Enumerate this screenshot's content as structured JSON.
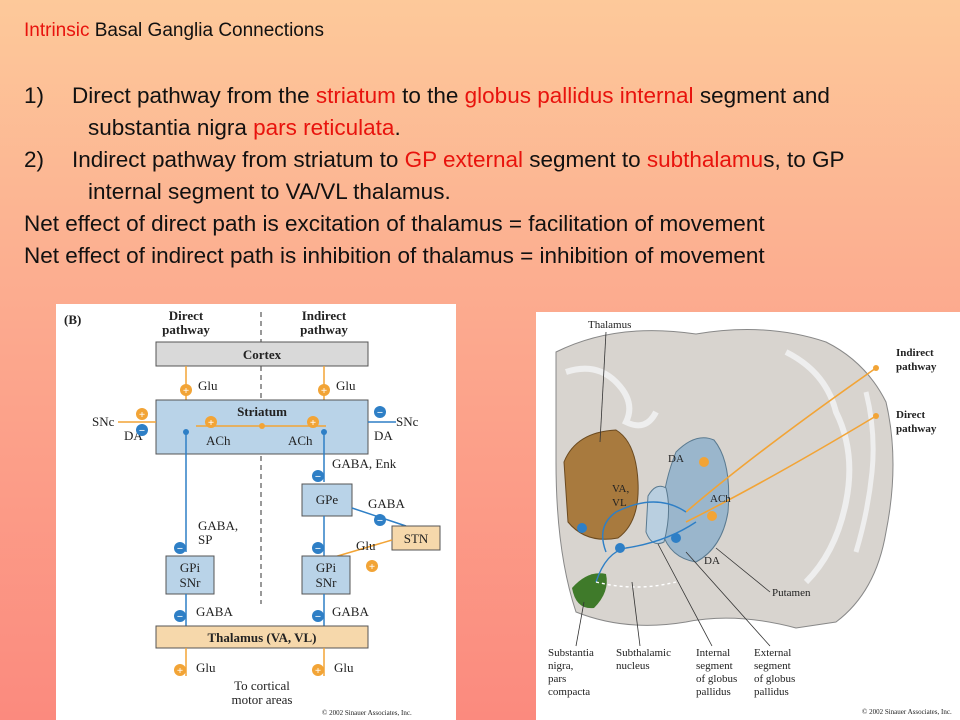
{
  "heading": {
    "accent": "Intrinsic",
    "rest": " Basal Ganglia Connections"
  },
  "points": [
    {
      "number": "1)",
      "line1": [
        {
          "text": "Direct pathway from the ",
          "accent": false
        },
        {
          "text": "striatum",
          "accent": true
        },
        {
          "text": " to the ",
          "accent": false
        },
        {
          "text": "globus pallidus internal",
          "accent": true
        },
        {
          "text": " segment and",
          "accent": false
        }
      ],
      "line2": [
        {
          "text": "substantia nigra ",
          "accent": false
        },
        {
          "text": "pars reticulata",
          "accent": true
        },
        {
          "text": ".",
          "accent": false
        }
      ]
    },
    {
      "number": "2)",
      "line1": [
        {
          "text": "Indirect pathway from striatum to ",
          "accent": false
        },
        {
          "text": "GP external",
          "accent": true
        },
        {
          "text": " segment to ",
          "accent": false
        },
        {
          "text": "subthalamu",
          "accent": true
        },
        {
          "text": "s, to GP",
          "accent": false
        }
      ],
      "line2": [
        {
          "text": "internal segment to VA/VL thalamus.",
          "accent": false
        }
      ]
    }
  ],
  "net_effects": [
    "Net effect of direct path is excitation of thalamus = facilitation of movement",
    "Net effect of indirect path is inhibition of thalamus = inhibition of movement"
  ],
  "figure_b": {
    "panel": "(B)",
    "direct_col": [
      "Direct",
      "pathway"
    ],
    "indirect_col": [
      "Indirect",
      "pathway"
    ],
    "cortex": "Cortex",
    "glu": "Glu",
    "striatum": "Striatum",
    "snc": "SNc",
    "da": "DA",
    "ach": "ACh",
    "gaba_enk": "GABA, Enk",
    "gpe": "GPe",
    "gaba": "GABA",
    "stn": "STN",
    "gaba_sp": [
      "GABA,",
      "SP"
    ],
    "gpi": "GPi",
    "snr": "SNr",
    "thalamus": "Thalamus (VA, VL)",
    "to_cortical": [
      "To cortical",
      "motor areas"
    ],
    "copyright": "© 2002 Sinauer Associates, Inc."
  },
  "figure_brain": {
    "thalamus": "Thalamus",
    "indirect": [
      "Indirect",
      "pathway"
    ],
    "direct": [
      "Direct",
      "pathway"
    ],
    "da": "DA",
    "va": "VA,",
    "vl": "VL",
    "ach": "ACh",
    "putamen": "Putamen",
    "substantia": [
      "Substantia",
      "nigra,",
      "pars",
      "compacta"
    ],
    "subthalamic": [
      "Subthalamic",
      "nucleus"
    ],
    "internal": [
      "Internal",
      "segment",
      "of globus",
      "pallidus"
    ],
    "external": [
      "External",
      "segment",
      "of globus",
      "pallidus"
    ],
    "copyright": "© 2002 Sinauer Associates, Inc."
  },
  "colors": {
    "accent_red": "#e8130d",
    "box_blue": "#b9d3e8",
    "box_gray": "#d9d9d9",
    "box_tan": "#f6d8ab",
    "pathway_orange": "#f2a436",
    "pathway_blue": "#2e7fc6"
  }
}
